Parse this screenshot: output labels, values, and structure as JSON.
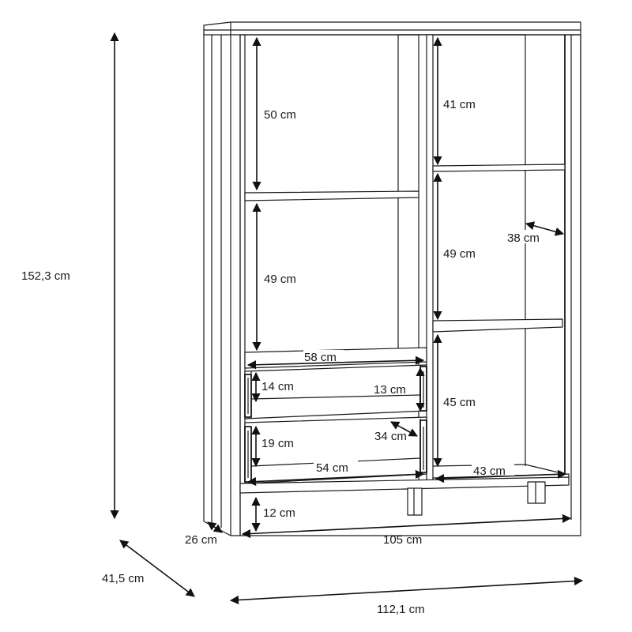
{
  "dimensions": {
    "overall_height": "152,3 cm",
    "overall_depth": "41,5 cm",
    "overall_width": "112,1 cm",
    "plinth_depth": "26 cm",
    "inner_width": "105 cm",
    "plinth_height": "12 cm",
    "left_top_height": "50 cm",
    "left_mid_height": "49 cm",
    "drawer_block_width": "58 cm",
    "drawer_top_height": "14 cm",
    "drawer_top_inner_height": "13 cm",
    "drawer_bottom_height": "19 cm",
    "drawer_depth": "34 cm",
    "drawer_width": "54 cm",
    "right_top_height": "41 cm",
    "right_mid_height": "49 cm",
    "right_depth": "38 cm",
    "right_bottom_height": "45 cm",
    "right_width": "43 cm"
  }
}
